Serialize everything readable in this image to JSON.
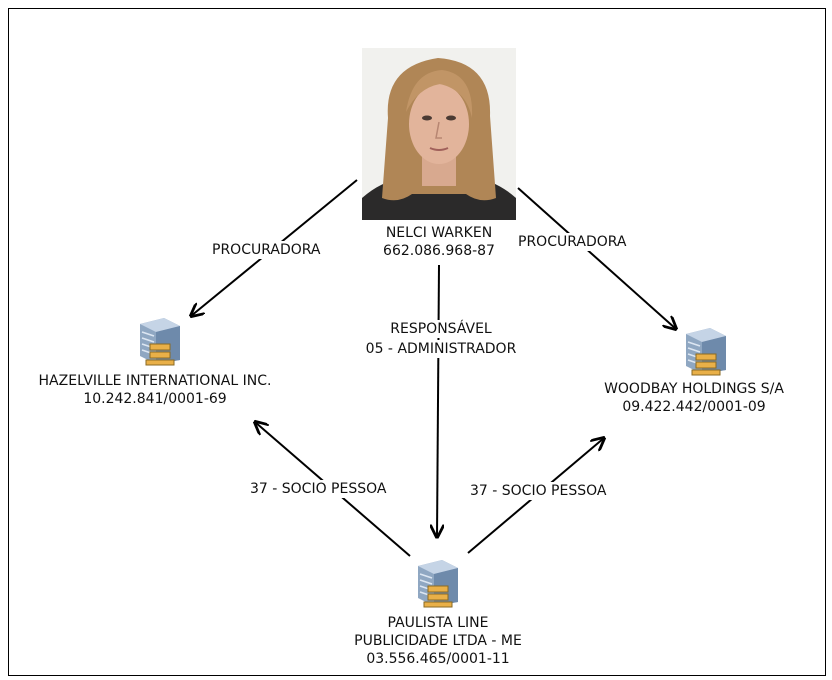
{
  "person": {
    "name": "NELCI WARKEN",
    "id": "662.086.968-87"
  },
  "companies": {
    "hazelville": {
      "name": "HAZELVILLE INTERNATIONAL INC.",
      "id": "10.242.841/0001-69"
    },
    "woodbay": {
      "name": "WOODBAY HOLDINGS S/A",
      "id": "09.422.442/0001-09"
    },
    "paulista": {
      "name_line1": "PAULISTA LINE",
      "name_line2": "PUBLICIDADE LTDA - ME",
      "id": "03.556.465/0001-11"
    }
  },
  "edges": {
    "person_to_hazelville": "PROCURADORA",
    "person_to_woodbay": "PROCURADORA",
    "person_to_paulista_line1": "RESPONSÁVEL",
    "person_to_paulista_line2": "05 - ADMINISTRADOR",
    "paulista_to_hazelville": "37 - SOCIO PESSOA",
    "paulista_to_woodbay": "37 - SOCIO PESSOA"
  },
  "icons": {
    "company": "office-building-icon",
    "person": "person-photo"
  }
}
